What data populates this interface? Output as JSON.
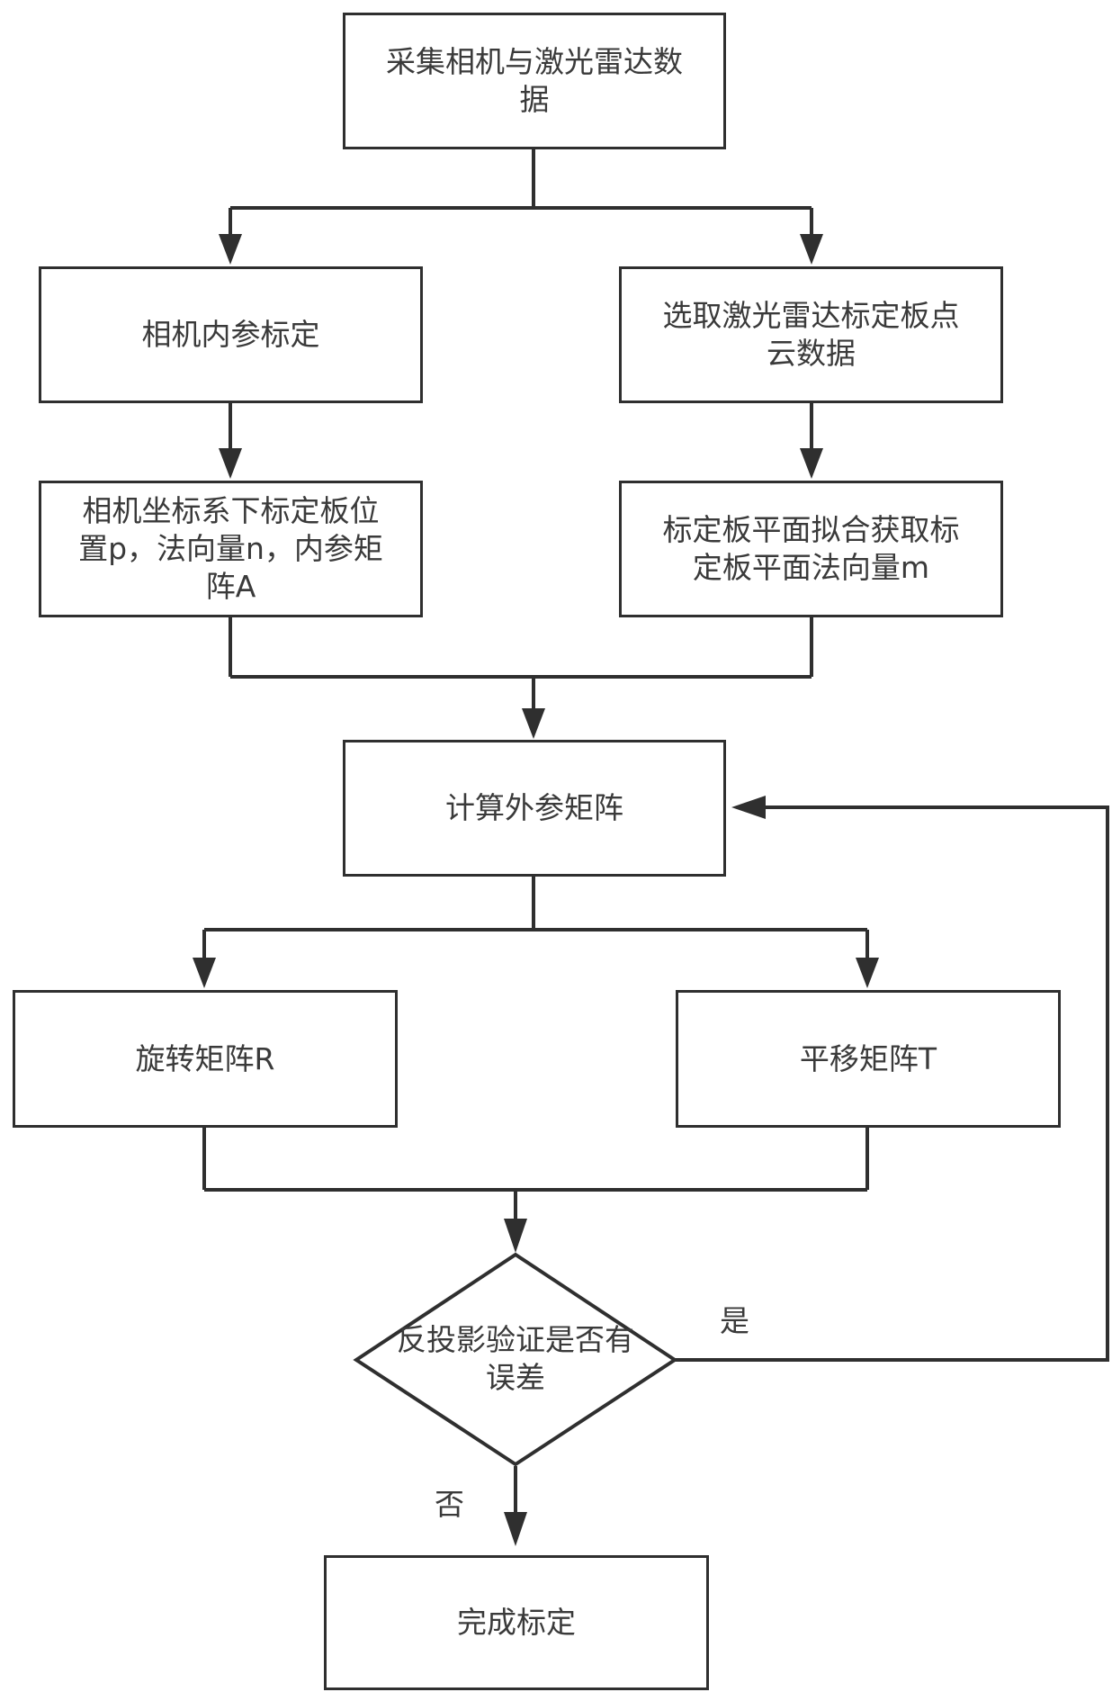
{
  "nodes": {
    "collect": "采集相机与激光雷达数\n据",
    "intrinsic": "相机内参标定",
    "select_lidar": "选取激光雷达标定板点\n云数据",
    "camera_frame": "相机坐标系下标定板位\n置p，法向量n，内参矩\n阵A",
    "plane_fit": "标定板平面拟合获取标\n定板平面法向量m",
    "extrinsic": "计算外参矩阵",
    "rotation": "旋转矩阵R",
    "translation": "平移矩阵T",
    "decision": "反投影验证是否有\n误差",
    "done": "完成标定"
  },
  "edge_labels": {
    "yes": "是",
    "no": "否"
  },
  "colors": {
    "stroke": "#2f2f2f",
    "text": "#3a3a3a",
    "background": "#ffffff"
  }
}
